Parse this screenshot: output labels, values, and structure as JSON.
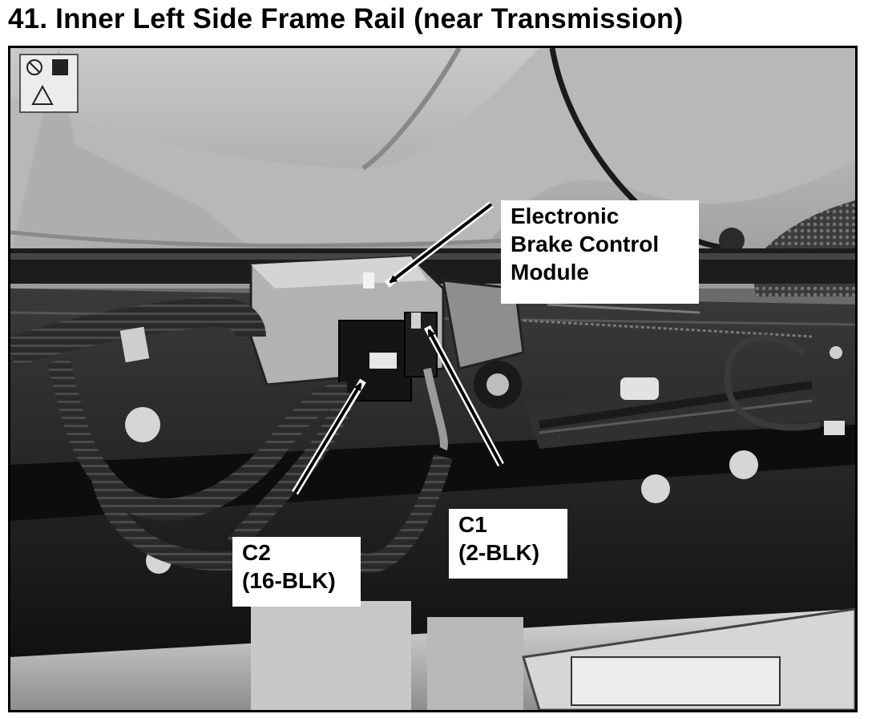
{
  "document": {
    "title": "41. Inner Left Side Frame Rail (near Transmission)"
  },
  "callouts": {
    "module": {
      "lines": [
        "Electronic",
        "Brake Control",
        "Module"
      ]
    },
    "c1": {
      "lines": [
        "C1",
        "(2-BLK)"
      ]
    },
    "c2": {
      "lines": [
        "C2",
        "(16-BLK)"
      ]
    }
  },
  "colors": {
    "text": "#000000",
    "background": "#ffffff",
    "frame": "#000000"
  }
}
